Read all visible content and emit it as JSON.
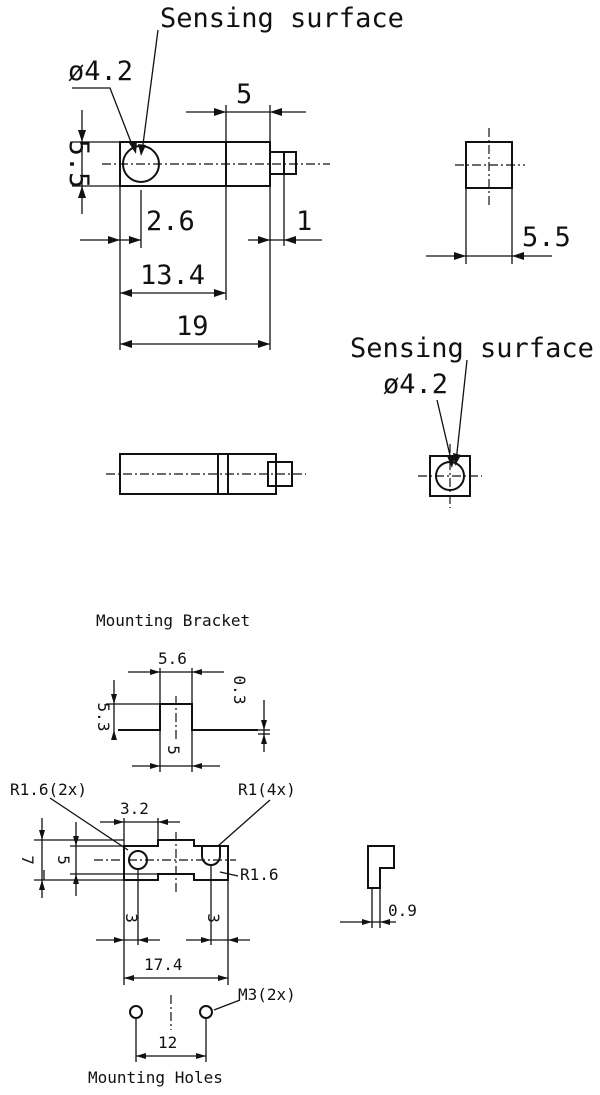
{
  "views": {
    "sensor": {
      "sensing_surface_label": "Sensing surface",
      "diameter_label": "ø4.2",
      "dim_5": "5",
      "dim_5_5_height": "5.5",
      "dim_2_6": "2.6",
      "dim_1": "1",
      "dim_13_4": "13.4",
      "dim_19": "19",
      "dim_5_5_width": "5.5"
    },
    "sensor_alt": {
      "sensing_surface_label": "Sensing surface",
      "diameter_label": "ø4.2"
    },
    "bracket": {
      "title": "Mounting Bracket",
      "dim_5_6": "5.6",
      "dim_5_3": "5.3",
      "dim_0_3": "0.3",
      "dim_5": "5",
      "r16_2x": "R1.6(2x)",
      "r1_4x": "R1(4x)",
      "dim_3_2": "3.2",
      "dim_7": "7",
      "dim_5_side": "5",
      "r16": "R1.6",
      "dim_3_left": "3",
      "dim_3_right": "3",
      "dim_17_4": "17.4",
      "dim_0_9": "0.9"
    },
    "holes": {
      "m3_label": "M3(2x)",
      "dim_12": "12",
      "title": "Mounting Holes"
    }
  }
}
